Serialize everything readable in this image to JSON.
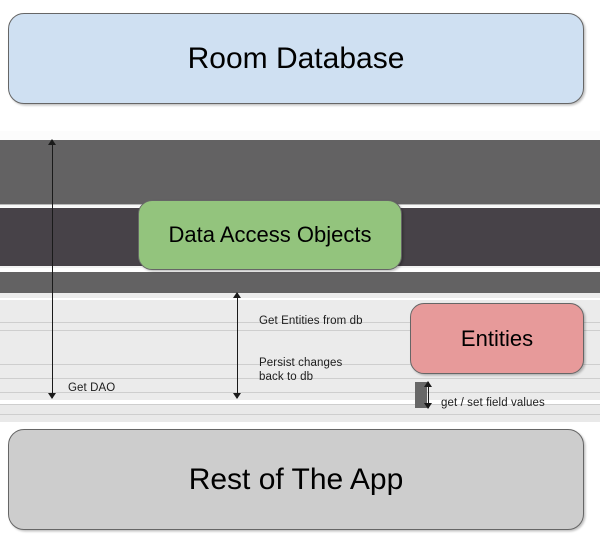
{
  "diagram": {
    "title_text": "Room Database",
    "nodes": [
      {
        "id": "room-database",
        "label": "Room Database",
        "fill": "#cfe0f2",
        "stroke": "#666666"
      },
      {
        "id": "data-access-objects",
        "label": "Data Access Objects",
        "fill": "#93c47d",
        "stroke": "#666666"
      },
      {
        "id": "entities",
        "label": "Entities",
        "fill": "#e79a9a",
        "stroke": "#666666"
      },
      {
        "id": "rest-of-the-app",
        "label": "Rest of The App",
        "fill": "#cdcdcd",
        "stroke": "#666666"
      }
    ],
    "connectors": [
      {
        "id": "get-dao",
        "label": "Get DAO",
        "from": "rest-of-the-app",
        "to": "room-database",
        "arrows": "both"
      },
      {
        "id": "get-entities",
        "label": "Get Entities from db",
        "from": "rest-of-the-app",
        "to": "data-access-objects",
        "arrows": "both"
      },
      {
        "id": "persist-changes",
        "label": "Persist changes\nback to db",
        "from": "rest-of-the-app",
        "to": "data-access-objects",
        "arrows": "both"
      },
      {
        "id": "get-set-field-values",
        "label": "get / set field values",
        "from": "rest-of-the-app",
        "to": "entities",
        "arrows": "both"
      }
    ],
    "colors": {
      "room_database_fill": "#cfe0f2",
      "dao_fill": "#93c47d",
      "entities_fill": "#e79a9a",
      "rest_of_app_fill": "#cdcdcd",
      "band_medium_gray": "#636263",
      "band_dark_gray": "#474248",
      "connector_stroke": "#1a1a1a",
      "page_background": "#ffffff"
    }
  }
}
